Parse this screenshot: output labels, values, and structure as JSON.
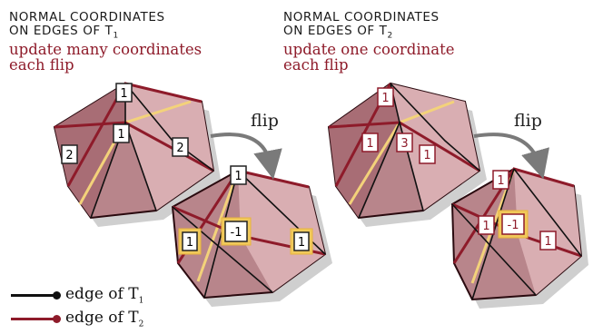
{
  "panels": [
    {
      "header_line1": "NORMAL COORDINATES",
      "header_line2": "ON EDGES OF T",
      "header_sub": "1",
      "caption_line1": "update many coordinates",
      "caption_line2": "each flip",
      "before_labels": [
        "1",
        "1",
        "2",
        "2"
      ],
      "after_labels": [
        "1",
        "1",
        "-1",
        "1"
      ]
    },
    {
      "header_line1": "NORMAL COORDINATES",
      "header_line2": "ON EDGES OF T",
      "header_sub": "2",
      "caption_line1": "update one coordinate",
      "caption_line2": "each flip",
      "before_labels": [
        "1",
        "1",
        "3",
        "1"
      ],
      "after_labels": [
        "1",
        "1",
        "-1",
        "1"
      ]
    }
  ],
  "flip_label": "flip",
  "legend": [
    {
      "text": "edge of T",
      "sub": "1",
      "color": "#111111"
    },
    {
      "text": "edge of T",
      "sub": "2",
      "color": "#8e1b2a"
    }
  ],
  "colors": {
    "accent": "#8e1b2a",
    "curve": "#f3d27a",
    "highlight": "#f0c95b",
    "face": "#d9aeb2"
  }
}
